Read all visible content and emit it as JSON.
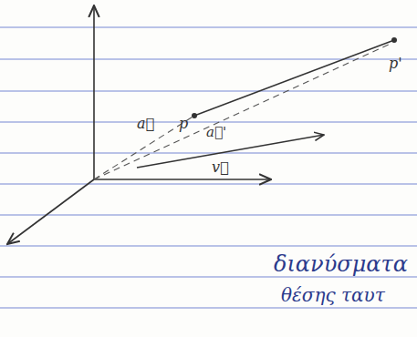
{
  "diagram": {
    "labels": [
      "a⃗",
      "p",
      "a⃗'",
      "p'",
      "v⃗",
      "διανύσματα",
      "θέσης ταυτ"
    ]
  }
}
